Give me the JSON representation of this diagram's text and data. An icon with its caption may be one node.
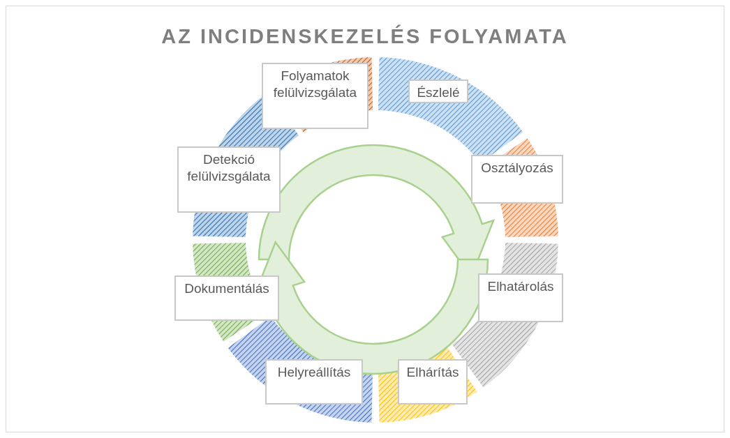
{
  "diagram": {
    "title": "AZ INCIDENSKEZELÉS FOLYAMATA",
    "nodes": [
      {
        "text": [
          "Észlelé"
        ]
      },
      {
        "text": [
          "Osztályozás"
        ]
      },
      {
        "text": [
          "Elhatárolás"
        ]
      },
      {
        "text": [
          "Elhárítás"
        ]
      },
      {
        "text": [
          "Helyreállítás"
        ]
      },
      {
        "text": [
          "Dokumentálás"
        ]
      },
      {
        "text": [
          "Detekció felülvizsgálata"
        ]
      },
      {
        "text": [
          "Folyamatok felülvizsgálata"
        ]
      }
    ],
    "edges": []
  }
}
